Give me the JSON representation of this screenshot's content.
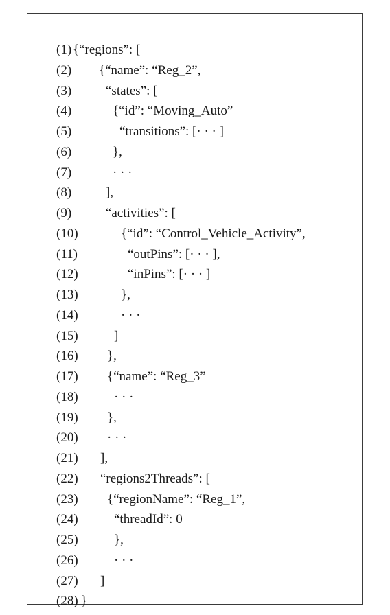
{
  "listing": {
    "lines": [
      {
        "number": "(1)",
        "text": "{“regions”: [",
        "indent": 0
      },
      {
        "number": "(2)",
        "text": "{“name”: “Reg_2”,",
        "indent": 1
      },
      {
        "number": "(3)",
        "text": "“states”: [",
        "indent": 2
      },
      {
        "number": "(4)",
        "text": "{“id”: “Moving_Auto”",
        "indent": 3
      },
      {
        "number": "(5)",
        "text": "“transitions”: [· · · ]",
        "indent": 4
      },
      {
        "number": "(6)",
        "text": "},",
        "indent": 3
      },
      {
        "number": "(7)",
        "text": "· · ·",
        "indent": 3
      },
      {
        "number": "(8)",
        "text": "],",
        "indent": 2
      },
      {
        "number": "(9)",
        "text": "“activities”: [",
        "indent": 2
      },
      {
        "number": "(10)",
        "text": "{“id”: “Control_Vehicle_Activity”,",
        "indent": 3
      },
      {
        "number": "(11)",
        "text": "“outPins”: [· · · ],",
        "indent": 4
      },
      {
        "number": "(12)",
        "text": "“inPins”: [· · · ]",
        "indent": 4
      },
      {
        "number": "(13)",
        "text": "},",
        "indent": 3
      },
      {
        "number": "(14)",
        "text": "· · ·",
        "indent": 3
      },
      {
        "number": "(15)",
        "text": "]",
        "indent": 2
      },
      {
        "number": "(16)",
        "text": "},",
        "indent": 1
      },
      {
        "number": "(17)",
        "text": "{“name”: “Reg_3”",
        "indent": 1
      },
      {
        "number": "(18)",
        "text": "· · ·",
        "indent": 2
      },
      {
        "number": "(19)",
        "text": "},",
        "indent": 1
      },
      {
        "number": "(20)",
        "text": "· · ·",
        "indent": 1
      },
      {
        "number": "(21)",
        "text": "],",
        "indent": 0
      },
      {
        "number": "(22)",
        "text": "“regions2Threads”: [",
        "indent": 0
      },
      {
        "number": "(23)",
        "text": "{“regionName”: “Reg_1”,",
        "indent": 1
      },
      {
        "number": "(24)",
        "text": "“threadId”: 0",
        "indent": 2
      },
      {
        "number": "(25)",
        "text": "},",
        "indent": 2
      },
      {
        "number": "(26)",
        "text": "· · ·",
        "indent": 2
      },
      {
        "number": "(27)",
        "text": "]",
        "indent": 0
      },
      {
        "number": "(28)",
        "text": "}",
        "indent": 0
      }
    ]
  }
}
